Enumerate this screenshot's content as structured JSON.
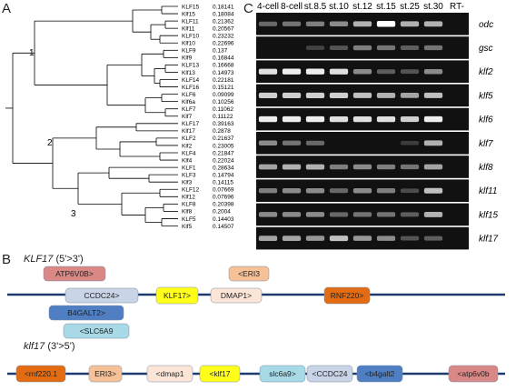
{
  "panels": {
    "A": "A",
    "B": "B",
    "C": "C"
  },
  "tree": {
    "leaves": [
      {
        "name": "KLF15",
        "value": "0.18141"
      },
      {
        "name": "Klf15",
        "value": "0.18084"
      },
      {
        "name": "KLF11",
        "value": "0.21362"
      },
      {
        "name": "Klf11",
        "value": "0.20567"
      },
      {
        "name": "KLF10",
        "value": "0.23232"
      },
      {
        "name": "Klf10",
        "value": "0.22696"
      },
      {
        "name": "KLF9",
        "value": "0.137"
      },
      {
        "name": "Klf9",
        "value": "0.16844"
      },
      {
        "name": "KLF13",
        "value": "0.16668"
      },
      {
        "name": "Klf13",
        "value": "0.14973"
      },
      {
        "name": "KLF14",
        "value": "0.22181"
      },
      {
        "name": "KLF16",
        "value": "0.15121"
      },
      {
        "name": "KLF6",
        "value": "0.09099"
      },
      {
        "name": "Klf6a",
        "value": "0.10256"
      },
      {
        "name": "KLF7",
        "value": "0.11062"
      },
      {
        "name": "Klf7",
        "value": "0.11122"
      },
      {
        "name": "KLF17",
        "value": "0.39163"
      },
      {
        "name": "Klf17",
        "value": "0.2878"
      },
      {
        "name": "KLF2",
        "value": "0.21637"
      },
      {
        "name": "Klf2",
        "value": "0.23005"
      },
      {
        "name": "KLF4",
        "value": "0.21847"
      },
      {
        "name": "Klf4",
        "value": "0.22024"
      },
      {
        "name": "KLF1",
        "value": "0.28634"
      },
      {
        "name": "KLF3",
        "value": "0.14794"
      },
      {
        "name": "Klf3",
        "value": "0.14115"
      },
      {
        "name": "KLF12",
        "value": "0.07669"
      },
      {
        "name": "Klf12",
        "value": "0.07696"
      },
      {
        "name": "KLF8",
        "value": "0.20398"
      },
      {
        "name": "Klf8",
        "value": "0.2004"
      },
      {
        "name": "KLF5",
        "value": "0.14403"
      },
      {
        "name": "Klf5",
        "value": "0.14507"
      }
    ],
    "clade_labels": [
      "1",
      "2",
      "3"
    ]
  },
  "gel": {
    "stages": [
      "4-cell",
      "8-cell",
      "st.8.5",
      "st.10",
      "st.12",
      "st.15",
      "st.25",
      "st.30",
      "RT-"
    ],
    "genes": [
      "odc",
      "gsc",
      "klf2",
      "klf5",
      "klf6",
      "klf7",
      "klf8",
      "klf11",
      "klf15",
      "klf17"
    ],
    "band_intensity": [
      [
        0.45,
        0.5,
        0.55,
        0.6,
        0.75,
        1.0,
        0.75,
        0.75,
        0.0
      ],
      [
        0.0,
        0.0,
        0.25,
        0.35,
        0.55,
        0.5,
        0.4,
        0.5,
        0.0
      ],
      [
        0.9,
        0.95,
        0.95,
        0.9,
        0.6,
        0.4,
        0.35,
        0.6,
        0.0
      ],
      [
        0.85,
        0.85,
        0.85,
        0.85,
        0.8,
        0.75,
        0.7,
        0.8,
        0.0
      ],
      [
        0.95,
        0.95,
        0.95,
        0.9,
        0.9,
        0.9,
        0.85,
        0.95,
        0.0
      ],
      [
        0.6,
        0.5,
        0.45,
        0.0,
        0.0,
        0.0,
        0.2,
        0.75,
        0.0
      ],
      [
        0.7,
        0.75,
        0.75,
        0.55,
        0.6,
        0.55,
        0.5,
        0.7,
        0.0
      ],
      [
        0.55,
        0.6,
        0.6,
        0.45,
        0.6,
        0.55,
        0.3,
        0.8,
        0.0
      ],
      [
        0.6,
        0.6,
        0.6,
        0.45,
        0.5,
        0.5,
        0.4,
        0.75,
        0.0
      ],
      [
        0.7,
        0.7,
        0.65,
        0.8,
        0.65,
        0.6,
        0.35,
        0.4,
        0.0
      ]
    ]
  },
  "map_top": {
    "title_gene": "KLF17",
    "title_dir": "(5'>3')",
    "boxes": [
      {
        "label": "ATP6V0B>",
        "color": "#d98886"
      },
      {
        "label": "CCDC24>",
        "color": "#c9d4e6"
      },
      {
        "label": "B4GALT2>",
        "color": "#4f7fc2"
      },
      {
        "label": "<SLC6A9",
        "color": "#a8d9e6"
      },
      {
        "label": "KLF17>",
        "color": "#ffff1a"
      },
      {
        "label": "<ERI3",
        "color": "#f6c197"
      },
      {
        "label": "DMAP1>",
        "color": "#fae5d6"
      },
      {
        "label": "RNF220>",
        "color": "#e36c12"
      }
    ]
  },
  "map_bottom": {
    "title_gene": "klf17",
    "title_dir": "(3'>5')",
    "boxes": [
      {
        "label": "<rnf220.1",
        "color": "#e36c12"
      },
      {
        "label": "ERI3>",
        "color": "#f6c197"
      },
      {
        "label": "<dmap1",
        "color": "#fae5d6"
      },
      {
        "label": "<klf17",
        "color": "#ffff1a"
      },
      {
        "label": "slc6a9>",
        "color": "#a8d9e6"
      },
      {
        "label": "<CCDC24",
        "color": "#c9d4e6"
      },
      {
        "label": "<b4galt2",
        "color": "#4f7fc2"
      },
      {
        "label": "<atp6v0b",
        "color": "#d98886"
      }
    ]
  }
}
